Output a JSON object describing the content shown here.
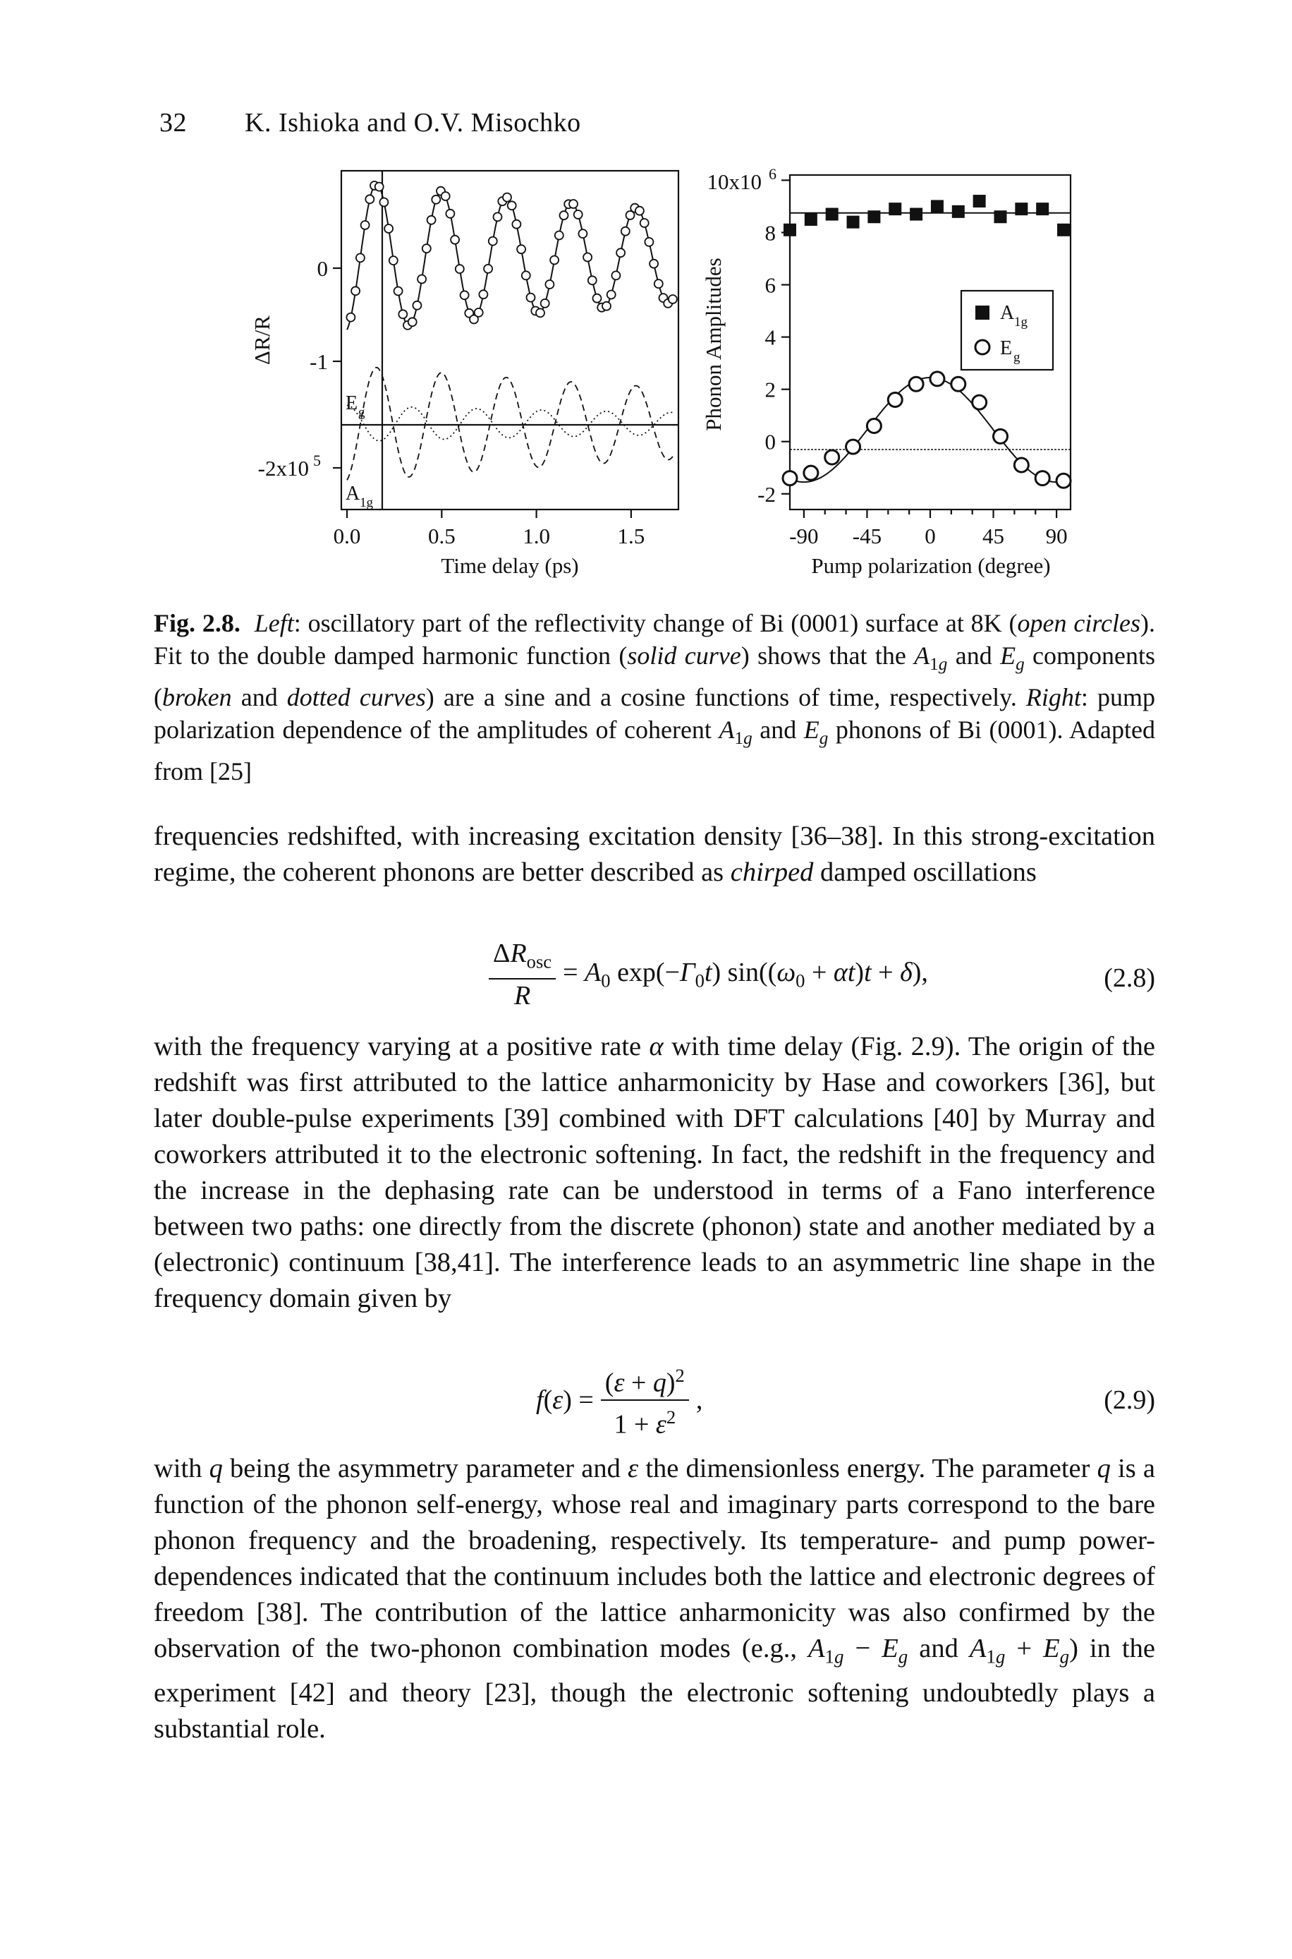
{
  "header": {
    "page_number": "32",
    "authors": "K. Ishioka and O.V. Misochko"
  },
  "figure": {
    "left_panel": {
      "ylabel": "ΔR/R",
      "yticks": [
        "0",
        "-1",
        "-2x10"
      ],
      "yticks_exponent": "5",
      "xticks": [
        "0.0",
        "0.5",
        "1.0",
        "1.5"
      ],
      "xlabel": "Time delay (ps)",
      "label_eg": "E",
      "label_eg_sub": "g",
      "label_alg": "A",
      "label_alg_sub": "1g"
    },
    "right_panel": {
      "ylabel": "Phonon Amplitudes",
      "ytop": "10x10",
      "ytop_exponent": "6",
      "yticks": [
        "8",
        "6",
        "4",
        "2",
        "0",
        "-2"
      ],
      "xticks": [
        "-90",
        "-45",
        "0",
        "45",
        "90"
      ],
      "xlabel": "Pump polarization (degree)",
      "legend": [
        {
          "marker": "square",
          "label": "A",
          "sub": "1g"
        },
        {
          "marker": "circle",
          "label": "E",
          "sub": "g"
        }
      ]
    }
  },
  "chart_data": [
    {
      "type": "line",
      "title": "",
      "xlabel": "Time delay (ps)",
      "ylabel": "ΔR/R",
      "xlim": [
        -0.03,
        1.75
      ],
      "ylim": [
        -2.45e-05,
        9e-06
      ],
      "series": [
        {
          "name": "",
          "description_kind": "open circles",
          "points_per_ps": 40,
          "frequency_thz": 2.92,
          "amplitude": 7.5e-06,
          "offset": 5e-07
        },
        {
          "name": "Eg",
          "kind": "dotted cosine",
          "baseline": -1.6e-05,
          "amplitude": 1.8e-06
        },
        {
          "name": "A1g",
          "kind": "broken sine",
          "baseline": -1.6e-05,
          "amplitude": 5.8e-06
        }
      ]
    },
    {
      "type": "scatter",
      "xlabel": "Pump polarization (degree)",
      "ylabel": "Phonon Amplitudes",
      "xlim": [
        -100,
        100
      ],
      "ylim": [
        -2600000.0,
        10200000.0
      ],
      "series": [
        {
          "name": "A1g",
          "x": [
            -100,
            -85,
            -70,
            -55,
            -40,
            -25,
            -10,
            5,
            20,
            35,
            50,
            65,
            80,
            95
          ],
          "y": [
            8100000.0,
            8500000.0,
            8700000.0,
            8400000.0,
            8600000.0,
            8900000.0,
            8700000.0,
            9000000.0,
            8800000.0,
            9200000.0,
            8600000.0,
            8900000.0,
            8900000.0,
            8100000.0
          ]
        },
        {
          "name": "Eg",
          "x": [
            -100,
            -85,
            -70,
            -55,
            -40,
            -25,
            -10,
            5,
            20,
            35,
            50,
            65,
            80,
            95
          ],
          "y": [
            -1400000.0,
            -1200000.0,
            -600000.0,
            -200000.0,
            600000.0,
            1600000.0,
            2200000.0,
            2400000.0,
            2200000.0,
            1500000.0,
            200000.0,
            -900000.0,
            -1400000.0,
            -1500000.0
          ]
        }
      ]
    }
  ],
  "caption": {
    "label": "Fig. 2.8.",
    "text_html": "<i>Left</i>: oscillatory part of the reflectivity change of Bi (0001) surface at 8K (<i>open circles</i>). Fit to the double damped harmonic function (<i>solid curve</i>) shows that the <i>A</i><sub>1<i>g</i></sub> and <i>E</i><sub><i>g</i></sub> components (<i>broken</i> and <i>dotted curves</i>) are a sine and a cosine functions of time, respectively. <i>Right</i>: pump polarization dependence of the amplitudes of coherent <i>A</i><sub>1<i>g</i></sub> and <i>E</i><sub><i>g</i></sub> phonons of Bi (0001). Adapted from [25]"
  },
  "para1_html": "frequencies redshifted, with increasing excitation density [36–38]. In this strong-excitation regime, the coherent phonons are better described as <i>chirped</i> damped oscillations",
  "eq28": {
    "numerator_html": "Δ<i class=\"m\">R</i><sub>osc</sub>",
    "denominator_html": "<i class=\"m\">R</i>",
    "rhs_html": "= <i class=\"m\">A</i><sub>0</sub> exp(−<i class=\"m\">Γ</i><sub>0</sub><i class=\"m\">t</i>) sin((<i class=\"m\">ω</i><sub>0</sub> + <i class=\"m\">αt</i>)<i class=\"m\">t</i> + <i class=\"m\">δ</i>),",
    "number": "(2.8)"
  },
  "para2_html": "with the frequency varying at a positive rate <i>α</i> with time delay (Fig. 2.9). The origin of the redshift was first attributed to the lattice anharmonicity by Hase and coworkers [36], but later double-pulse experiments [39] combined with DFT calculations [40] by Murray and coworkers attributed it to the electronic softening. In fact, the redshift in the frequency and the increase in the dephasing rate can be understood in terms of a Fano interference between two paths: one directly from the discrete (phonon) state and another mediated by a (electronic) continuum [38,41]. The interference leads to an asymmetric line shape in the frequency domain given by",
  "eq29": {
    "lhs_html": "<i class=\"m\">f</i>(<i class=\"m\">ε</i>) =",
    "numerator_html": "(<i class=\"m\">ε</i> + <i class=\"m\">q</i>)<sup>2</sup>",
    "denominator_html": "1 + <i class=\"m\">ε</i><sup>2</sup>",
    "tail": ",",
    "number": "(2.9)"
  },
  "para3_html": "with <i>q</i> being the asymmetry parameter and <i>ε</i> the dimensionless energy. The parameter <i>q</i> is a function of the phonon self-energy, whose real and imaginary parts correspond to the bare phonon frequency and the broadening, respectively. Its temperature- and pump power-dependences indicated that the continuum includes both the lattice and electronic degrees of freedom [38]. The contribution of the lattice anharmonicity was also confirmed by the observation of the two-phonon combination modes (e.g., <i>A</i><sub>1<i>g</i></sub> − <i>E</i><sub><i>g</i></sub> and <i>A</i><sub>1<i>g</i></sub> + <i>E</i><sub><i>g</i></sub>) in the experiment [42] and theory [23], though the electronic softening undoubtedly plays a substantial role."
}
